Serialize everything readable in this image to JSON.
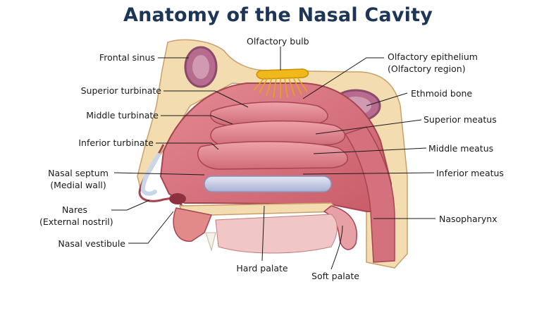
{
  "title": "Anatomy of the Nasal Cavity",
  "colors": {
    "title": "#1d3557",
    "mucosa": "#d9737e",
    "mucosa_dark": "#b8505e",
    "bone": "#f3dcb0",
    "olfactory": "#f1b81c",
    "cartilage": "#c9d6ea"
  },
  "labels": {
    "olfactory_bulb": "Olfactory bulb",
    "frontal_sinus": "Frontal sinus",
    "olfactory_epithelium": [
      "Olfactory epithelium",
      "(Olfactory region)"
    ],
    "ethmoid_bone": "Ethmoid bone",
    "superior_turbinate": "Superior turbinate",
    "middle_turbinate": "Middle turbinate",
    "superior_meatus": "Superior meatus",
    "inferior_turbinate": "Inferior turbinate",
    "middle_meatus": "Middle meatus",
    "nasal_septum": [
      "Nasal septum",
      "(Medial wall)"
    ],
    "inferior_meatus": "Inferior meatus",
    "nares": [
      "Nares",
      "(External nostril)"
    ],
    "nasopharynx": "Nasopharynx",
    "nasal_vestibule": "Nasal vestibule",
    "hard_palate": "Hard palate",
    "soft_palate": "Soft palate"
  }
}
